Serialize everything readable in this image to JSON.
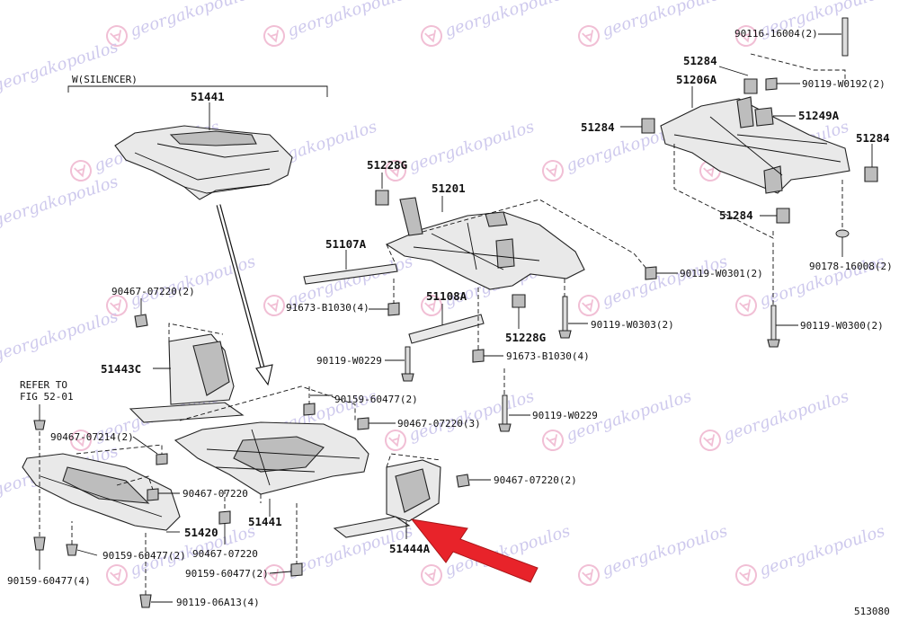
{
  "watermark": {
    "text": "georgakopoulos",
    "logo_color": "#d9568f",
    "text_color": "#7d6fcf"
  },
  "colors": {
    "arrow": "#e8232a",
    "line": "#111111"
  },
  "header": {
    "silencer_label": "W(SILENCER)"
  },
  "parts": {
    "p51441_top": "51441",
    "p51443C": "51443C",
    "p51420": "51420",
    "p51441_bottom": "51441",
    "p51444A": "51444A",
    "p51228G_top": "51228G",
    "p51201": "51201",
    "p51107A": "51107A",
    "p51108A": "51108A",
    "p51228G_mid": "51228G",
    "p51284_a": "51284",
    "p51206A": "51206A",
    "p51284_b": "51284",
    "p51249A": "51249A",
    "p51284_c": "51284",
    "p51284_d": "51284"
  },
  "fasteners": {
    "f90116": "90116-16004(2)",
    "f90119_w0192": "90119-W0192(2)",
    "f90119_w0301": "90119-W0301(2)",
    "f90178": "90178-16008(2)",
    "f90119_w0300": "90119-W0300(2)",
    "f90119_w0303": "90119-W0303(2)",
    "f91673_b1030_a": "91673-B1030(4)",
    "f91673_b1030_b": "91673-B1030(4)",
    "f90119_w0229_a": "90119-W0229",
    "f90119_w0229_b": "90119-W0229",
    "f90467_07220_2a": "90467-07220(2)",
    "f90159_60477_2a": "90159-60477(2)",
    "f90467_07220_3": "90467-07220(3)",
    "f90467_07214": "90467-07214(2)",
    "f90467_07220_a": "90467-07220",
    "f90467_07220_b": "90467-07220",
    "f90467_07220_2b": "90467-07220(2)",
    "f90159_60477_2b": "90159-60477(2)",
    "f90159_60477_2c": "90159-60477(2)",
    "f90159_60477_4": "90159-60477(4)",
    "f90119_06a13": "90119-06A13(4)"
  },
  "refer": {
    "line1": "REFER TO",
    "line2": "FIG 52-01"
  },
  "diagram_code": "513080"
}
